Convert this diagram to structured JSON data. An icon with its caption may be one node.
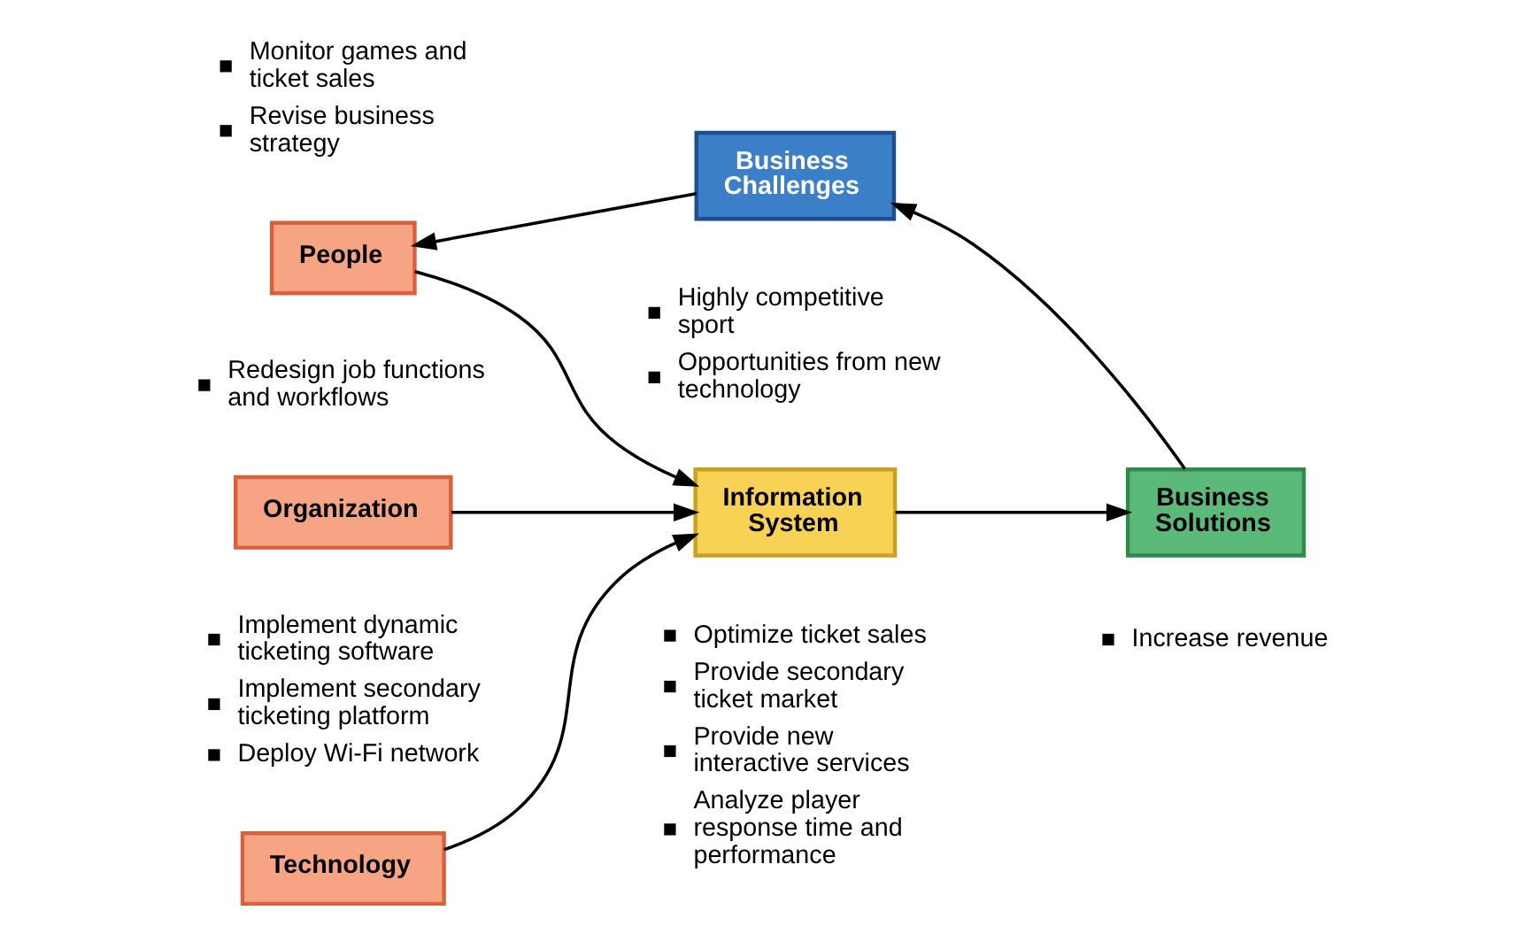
{
  "diagram": {
    "nodes": [
      {
        "text": [
          "Business Challenges"
        ],
        "beside": [
          "Highly competitive sport",
          "Opportunities from new technology"
        ]
      },
      {
        "text": [
          "People"
        ],
        "beside": [
          "Monitor games and ticket sales",
          "Revise business strategy"
        ]
      },
      {
        "text": [
          "Organization"
        ],
        "beside": [
          "Redesign job functions and workflows"
        ]
      },
      {
        "text": [
          "Technology"
        ],
        "beside": [
          "Implement dynamic ticketing software",
          "Implement secondary ticketing platform",
          "Deploy Wi-Fi network"
        ]
      },
      {
        "text": [
          "Information System"
        ],
        "beside": [
          "Optimize ticket sales",
          "Provide secondary ticket market",
          "Provide new interactive services",
          "Analyze player response time and performance"
        ]
      },
      {
        "text": [
          "Business Solutions"
        ],
        "beside": [
          "Increase revenue"
        ]
      }
    ],
    "edges": [
      {
        "from": 0,
        "to": 1,
        "arrow": "to"
      },
      {
        "from": 1,
        "to": 4,
        "arrow": "to"
      },
      {
        "from": 2,
        "to": 4,
        "arrow": "to"
      },
      {
        "from": 3,
        "to": 4,
        "arrow": "to"
      },
      {
        "from": 4,
        "to": 5,
        "arrow": "to"
      },
      {
        "from": 5,
        "to": 0,
        "arrow": "to"
      }
    ]
  }
}
